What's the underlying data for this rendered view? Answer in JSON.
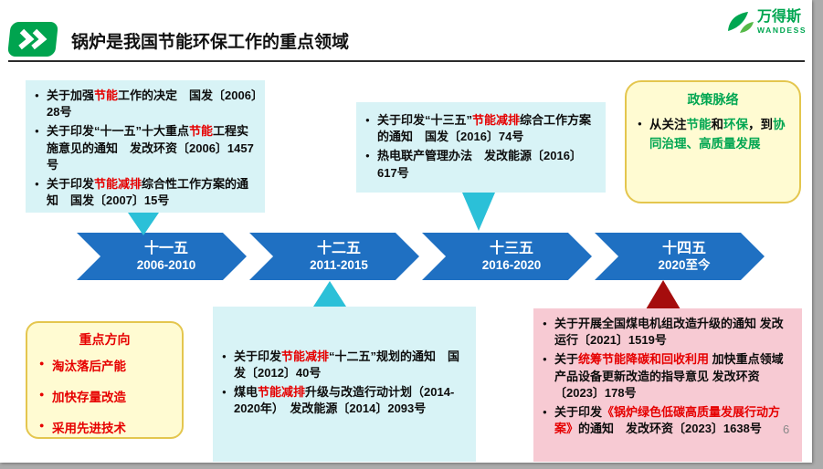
{
  "colors": {
    "red_text": "#e60000",
    "green_text": "#00a651",
    "arrow_blue": "#1f70c2",
    "connector_cyan": "#2bc0d8",
    "connector_dark_red": "#a50d0d",
    "cyan_box_bg": "#d8f3f6",
    "yellow_box_bg": "#fffbd2",
    "yellow_box_border": "#e4c64e",
    "pink_box_bg": "#f7cad3"
  },
  "header": {
    "title": "锅炉是我国节能环保工作的重点领域",
    "logo_cn": "万得斯",
    "logo_en": "WANDESS"
  },
  "page_number": "6",
  "timeline": [
    {
      "label": "十一五",
      "years": "2006-2010"
    },
    {
      "label": "十二五",
      "years": "2011-2015"
    },
    {
      "label": "十三五",
      "years": "2016-2020"
    },
    {
      "label": "十四五",
      "years": "2020至今"
    }
  ],
  "boxes": {
    "plan11": {
      "items": [
        {
          "segments": [
            {
              "t": "关于加强"
            },
            {
              "t": "节能",
              "c": "#e60000"
            },
            {
              "t": "工作的决定　国发〔2006〕28号"
            }
          ]
        },
        {
          "segments": [
            {
              "t": "关于印发“十一五”十大重点"
            },
            {
              "t": "节能",
              "c": "#e60000"
            },
            {
              "t": "工程实施意见的通知　发改环资〔2006〕1457号"
            }
          ]
        },
        {
          "segments": [
            {
              "t": "关于印发"
            },
            {
              "t": "节能减排",
              "c": "#e60000"
            },
            {
              "t": "综合性工作方案的通知　国发〔2007〕15号"
            }
          ]
        }
      ]
    },
    "plan13": {
      "items": [
        {
          "segments": [
            {
              "t": "关于印发“十三五”"
            },
            {
              "t": "节能减排",
              "c": "#e60000"
            },
            {
              "t": "综合工作方案的通知　国发〔2016〕74号"
            }
          ]
        },
        {
          "segments": [
            {
              "t": "热电联产管理办法　发改能源〔2016〕617号"
            }
          ]
        }
      ]
    },
    "policy_context": {
      "title": "政策脉络",
      "items": [
        {
          "segments": [
            {
              "t": "从关注"
            },
            {
              "t": "节能",
              "c": "#00a651"
            },
            {
              "t": "和"
            },
            {
              "t": "环保",
              "c": "#00a651"
            },
            {
              "t": "，到"
            },
            {
              "t": "协同治理、高质量发展",
              "c": "#00a651",
              "b": true
            }
          ]
        }
      ]
    },
    "key_directions": {
      "title": "重点方向",
      "items": [
        "淘汰落后产能",
        "加快存量改造",
        "采用先进技术"
      ]
    },
    "plan12": {
      "items": [
        {
          "segments": [
            {
              "t": "关于印发"
            },
            {
              "t": "节能减排",
              "c": "#e60000"
            },
            {
              "t": "“十二五”规划的通知　国发〔2012〕40号"
            }
          ]
        },
        {
          "segments": [
            {
              "t": "煤电"
            },
            {
              "t": "节能减排",
              "c": "#e60000"
            },
            {
              "t": "升级与改造行动计划（2014-2020年）　发改能源〔2014〕2093号"
            }
          ]
        }
      ]
    },
    "plan14": {
      "items": [
        {
          "segments": [
            {
              "t": "关于开展全国煤电机组改造升级的通知 发改运行〔2021〕1519号"
            }
          ]
        },
        {
          "segments": [
            {
              "t": "关于"
            },
            {
              "t": "统筹节能降碳和回收利用",
              "c": "#e60000",
              "b": true
            },
            {
              "t": " 加快重点领域产品设备更新改造的指导意见 发改环资〔2023〕178号"
            }
          ]
        },
        {
          "segments": [
            {
              "t": "关于印发"
            },
            {
              "t": "《锅炉绿色低碳高质量发展行动方案》",
              "c": "#e60000",
              "b": true
            },
            {
              "t": "的通知　发改环资〔2023〕1638号"
            }
          ]
        }
      ]
    }
  }
}
